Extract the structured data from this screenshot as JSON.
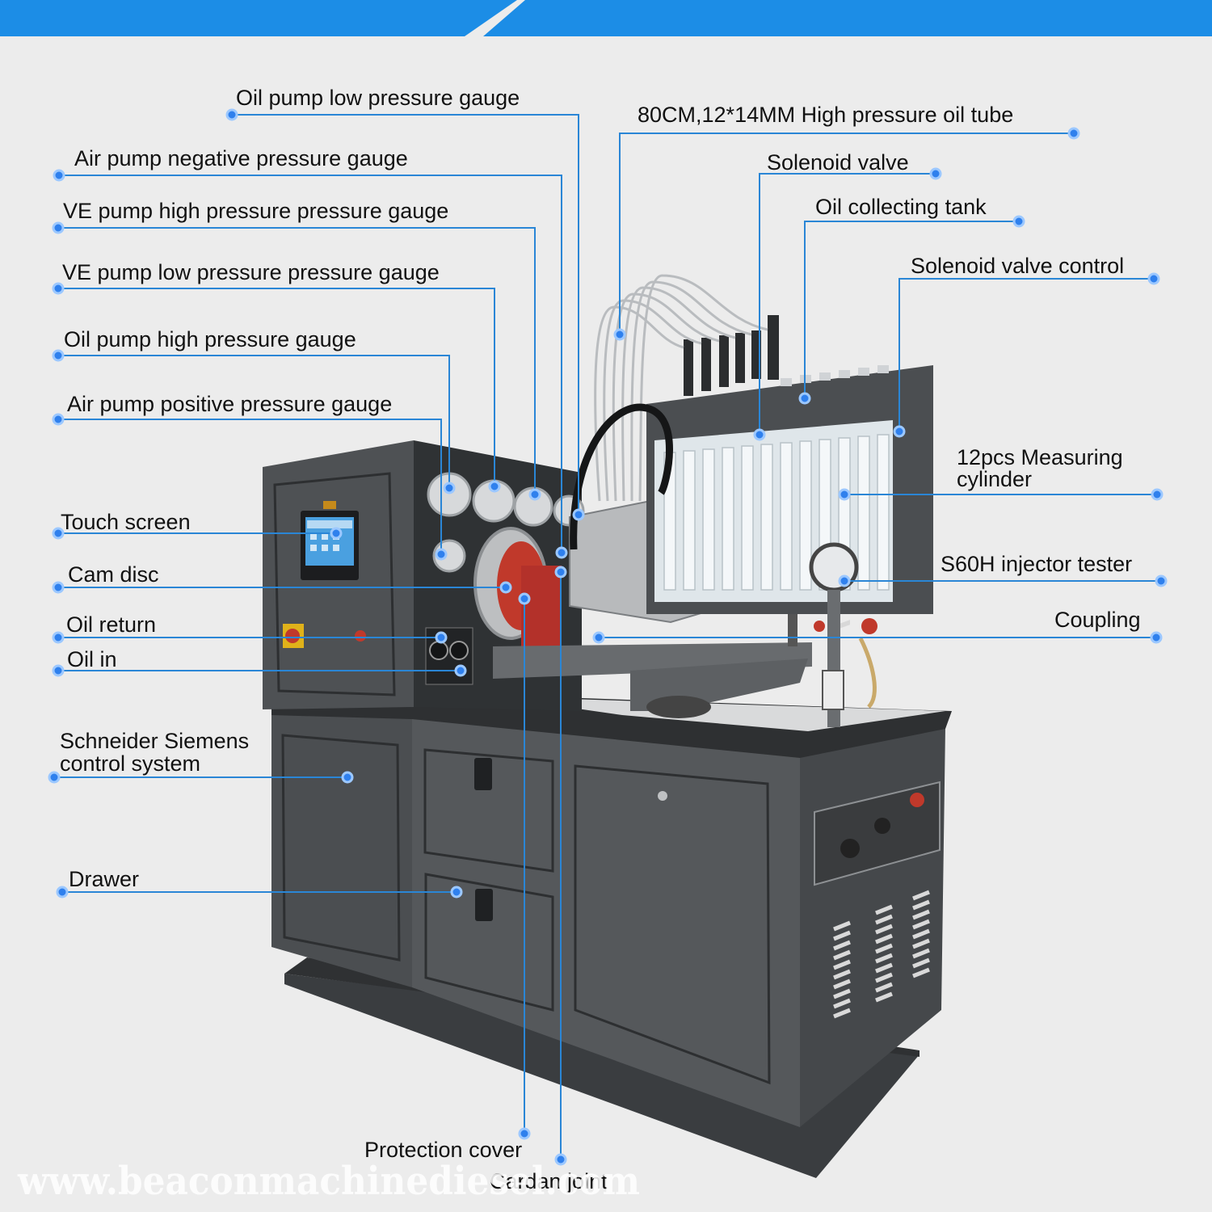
{
  "colors": {
    "background": "#ececec",
    "banner": "#1c8de6",
    "leader": "#2a86d6",
    "dot": "#2f80ed",
    "machine_body": "#4b4e51",
    "machine_dark": "#3a3d40"
  },
  "labels": {
    "oil_pump_low": "Oil pump low pressure gauge",
    "air_pump_negative": "Air pump negative pressure gauge",
    "ve_pump_high": "VE pump high pressure pressure gauge",
    "ve_pump_low": "VE pump low pressure pressure gauge",
    "oil_pump_high": "Oil pump high pressure gauge",
    "air_pump_positive": "Air pump positive pressure gauge",
    "touch_screen": "Touch screen",
    "cam_disc": "Cam disc",
    "oil_return": "Oil return",
    "oil_in": "Oil in",
    "schneider_line1": "Schneider Siemens",
    "schneider_line2": "control system",
    "drawer": "Drawer",
    "protection_cover": "Protection cover",
    "cardan_joint": "Cardan joint",
    "hp_oil_tube": "80CM,12*14MM High pressure oil tube",
    "solenoid_valve": "Solenoid valve",
    "oil_collecting_tank": "Oil collecting tank",
    "solenoid_valve_control": "Solenoid valve control",
    "measuring_cylinder_line1": "12pcs Measuring",
    "measuring_cylinder_line2": "cylinder",
    "injector_tester": "S60H injector tester",
    "coupling": "Coupling"
  },
  "watermark": "www.beaconmachinediesel.com"
}
